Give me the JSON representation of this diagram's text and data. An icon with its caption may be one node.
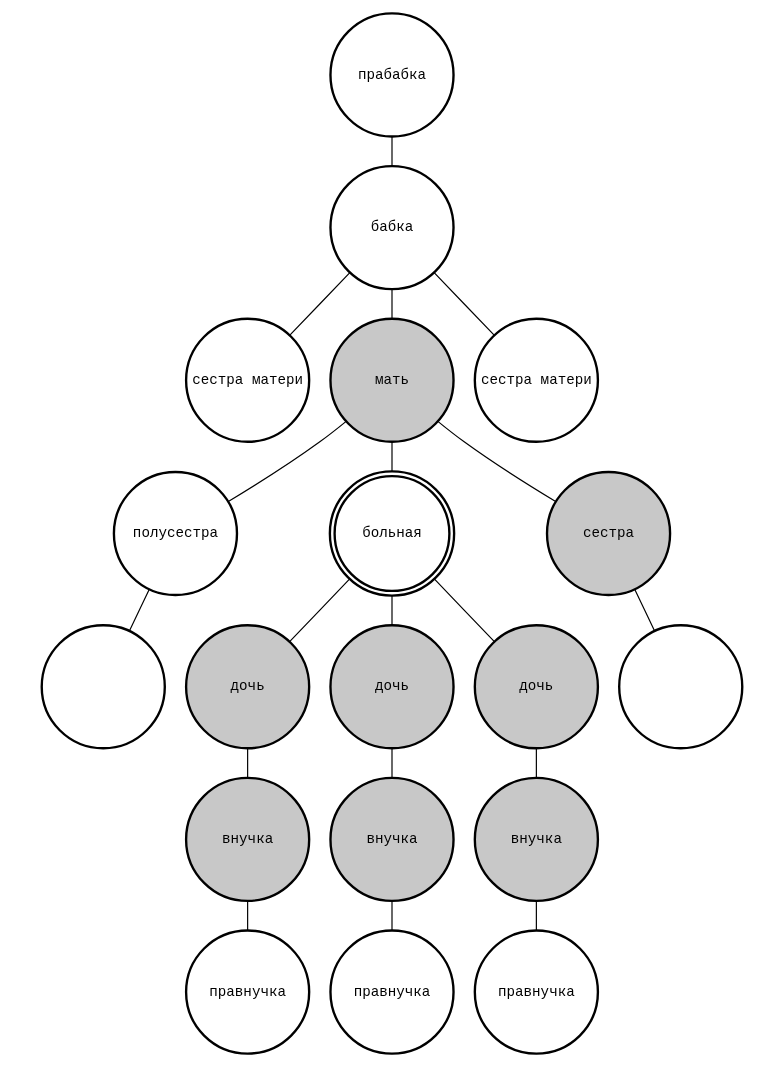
{
  "diagram": {
    "nodes": [
      {
        "text": [
          "прабабка"
        ]
      },
      {
        "text": [
          "бабка"
        ]
      },
      {
        "text": [
          "сестра матери"
        ]
      },
      {
        "text": [
          "мать"
        ]
      },
      {
        "text": [
          "сестра матери"
        ]
      },
      {
        "text": [
          "полусестра"
        ]
      },
      {
        "text": [
          "больная"
        ]
      },
      {
        "text": [
          "сестра"
        ]
      },
      {
        "text": [],
        "shape": "circle"
      },
      {
        "text": [
          "дочь"
        ]
      },
      {
        "text": [
          "дочь"
        ]
      },
      {
        "text": [
          "дочь"
        ]
      },
      {
        "text": [],
        "shape": "circle"
      },
      {
        "text": [
          "внучка"
        ]
      },
      {
        "text": [
          "внучка"
        ]
      },
      {
        "text": [
          "внучка"
        ]
      },
      {
        "text": [
          "правнучка"
        ]
      },
      {
        "text": [
          "правнучка"
        ]
      },
      {
        "text": [
          "правнучка"
        ]
      }
    ],
    "edges": [
      {
        "from": 0,
        "to": 1,
        "arrow": "none"
      },
      {
        "from": 1,
        "to": 2,
        "arrow": "none"
      },
      {
        "from": 1,
        "to": 3,
        "arrow": "none"
      },
      {
        "from": 1,
        "to": 4,
        "arrow": "none"
      },
      {
        "from": 3,
        "to": 5,
        "arrow": "none"
      },
      {
        "from": 3,
        "to": 6,
        "arrow": "none"
      },
      {
        "from": 3,
        "to": 7,
        "arrow": "none"
      },
      {
        "from": 5,
        "to": 8,
        "arrow": "none"
      },
      {
        "from": 6,
        "to": 9,
        "arrow": "none"
      },
      {
        "from": 6,
        "to": 10,
        "arrow": "none"
      },
      {
        "from": 6,
        "to": 11,
        "arrow": "none"
      },
      {
        "from": 7,
        "to": 12,
        "arrow": "none"
      },
      {
        "from": 9,
        "to": 13,
        "arrow": "none"
      },
      {
        "from": 10,
        "to": 14,
        "arrow": "none"
      },
      {
        "from": 11,
        "to": 15,
        "arrow": "none"
      },
      {
        "from": 13,
        "to": 16,
        "arrow": "none"
      },
      {
        "from": 14,
        "to": 17,
        "arrow": "none"
      },
      {
        "from": 15,
        "to": 18,
        "arrow": "none"
      }
    ]
  }
}
